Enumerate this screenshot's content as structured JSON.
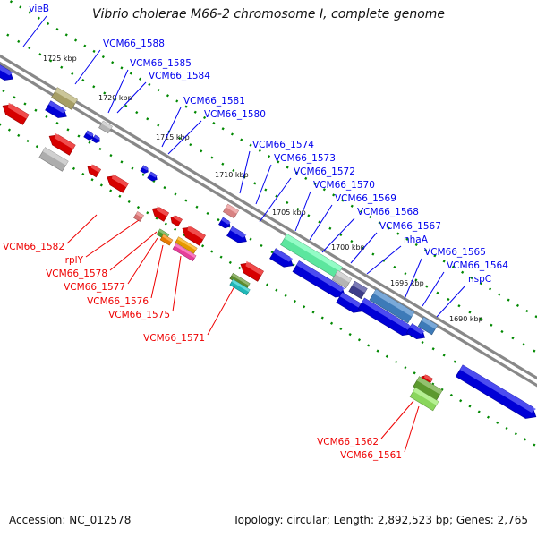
{
  "title": "Vibrio cholerae M66-2 chromosome I, complete genome",
  "footer": {
    "accession": "Accession: NC_012578",
    "summary": "Topology: circular; Length: 2,892,523 bp; Genes: 2,765"
  },
  "colors": {
    "forward": "#0000ee",
    "reverse": "#ee0000",
    "backbone": "#888888",
    "tick": "#008800"
  },
  "scale_labels": [
    "1725 kbp",
    "1720 kbp",
    "1715 kbp",
    "1710 kbp",
    "1705 kbp",
    "1700 kbp",
    "1695 kbp",
    "1690 kbp"
  ],
  "forward_labels": [
    "vieB",
    "VCM66_1588",
    "VCM66_1585",
    "VCM66_1584",
    "VCM66_1581",
    "VCM66_1580",
    "VCM66_1574",
    "VCM66_1573",
    "VCM66_1572",
    "VCM66_1570",
    "VCM66_1569",
    "VCM66_1568",
    "VCM66_1567",
    "nhaA",
    "VCM66_1565",
    "VCM66_1564",
    "nspC"
  ],
  "reverse_labels": [
    "VCM66_1582",
    "rplY",
    "VCM66_1578",
    "VCM66_1577",
    "VCM66_1576",
    "VCM66_1575",
    "VCM66_1571",
    "VCM66_1562",
    "VCM66_1561"
  ]
}
